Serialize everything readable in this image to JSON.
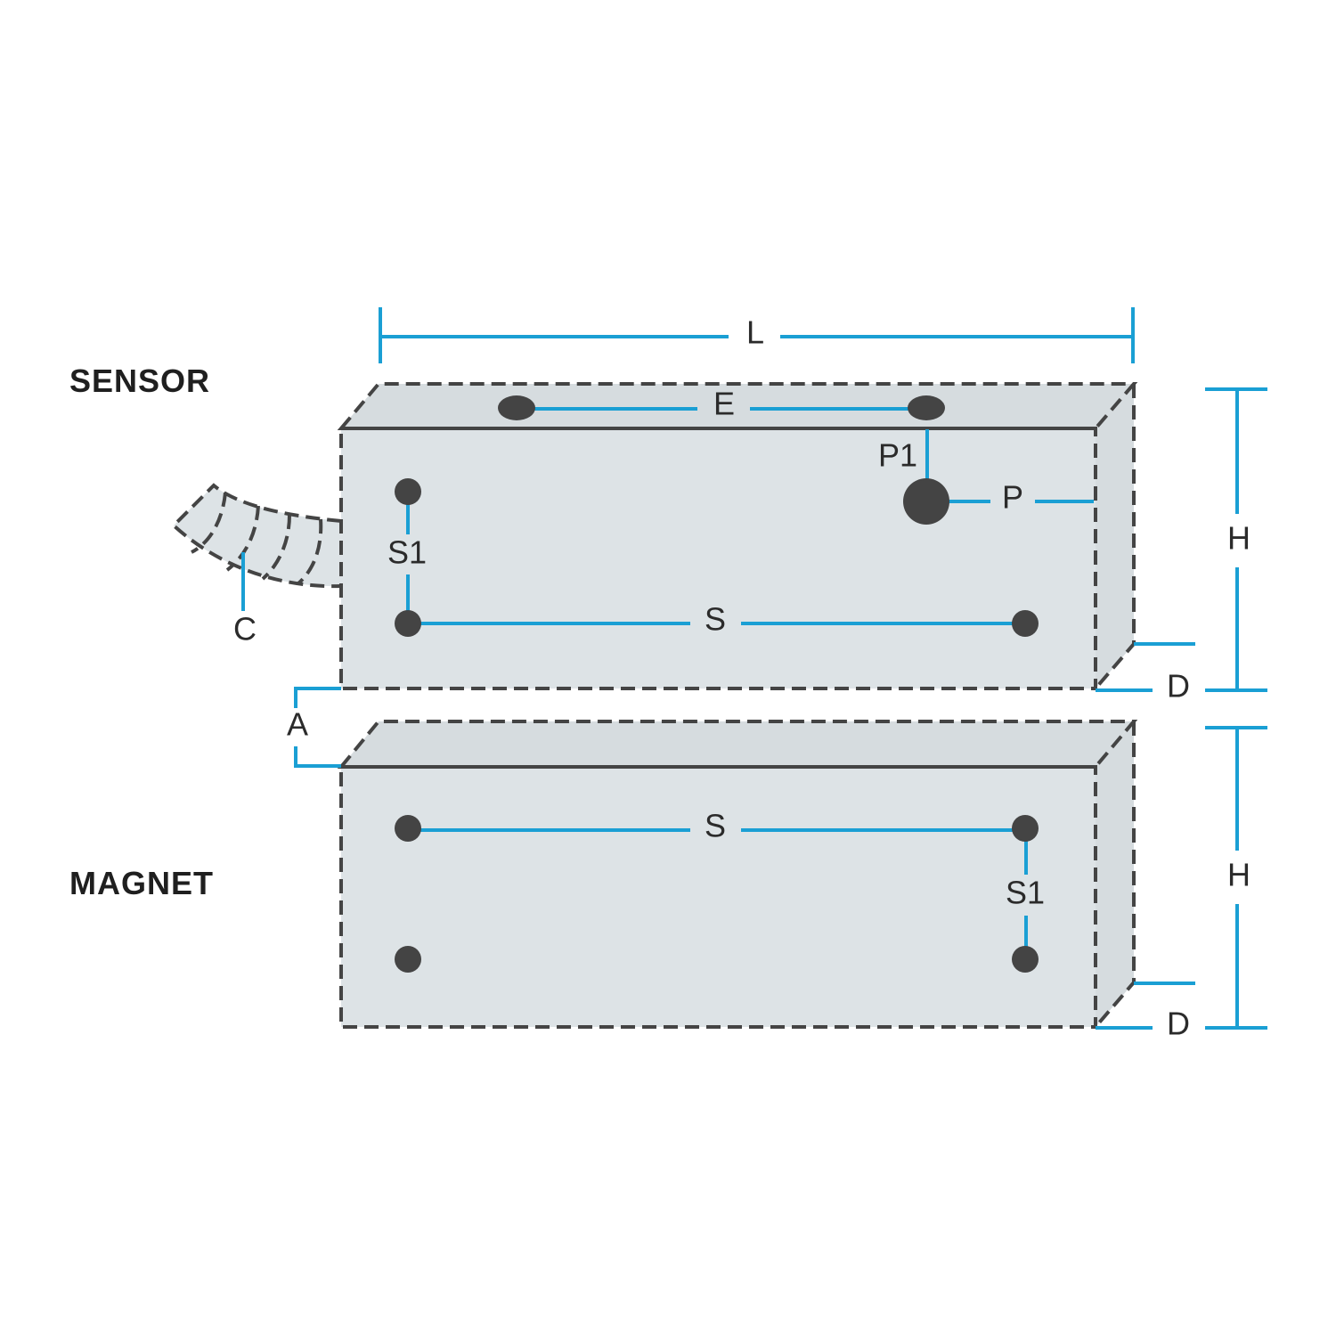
{
  "titles": {
    "sensor": "SENSOR",
    "magnet": "MAGNET"
  },
  "labels": {
    "L": "L",
    "E": "E",
    "P1": "P1",
    "P": "P",
    "H": "H",
    "D": "D",
    "S1": "S1",
    "S": "S",
    "C": "C",
    "A": "A"
  },
  "colors": {
    "dimension": "#1a9fd4",
    "body": "#dde3e6",
    "outline": "#444444"
  }
}
